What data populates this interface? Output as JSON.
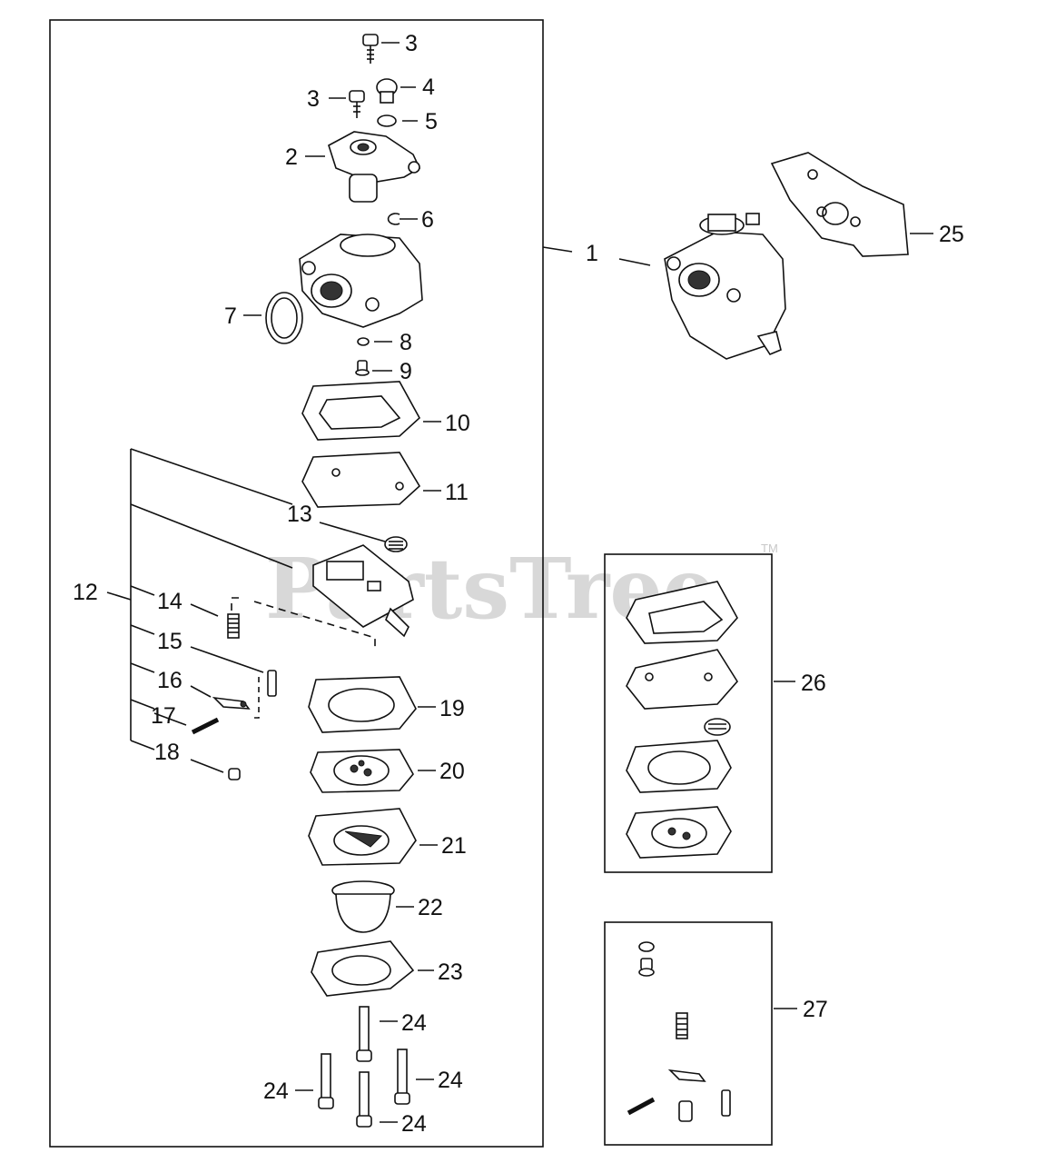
{
  "watermark": {
    "text": "PartsTree",
    "trademark": "TM"
  },
  "labels": {
    "p1": "1",
    "p2": "2",
    "p3a": "3",
    "p3b": "3",
    "p4": "4",
    "p5": "5",
    "p6": "6",
    "p7": "7",
    "p8": "8",
    "p9": "9",
    "p10": "10",
    "p11": "11",
    "p12": "12",
    "p13": "13",
    "p14": "14",
    "p15": "15",
    "p16": "16",
    "p17": "17",
    "p18": "18",
    "p19": "19",
    "p20": "20",
    "p21": "21",
    "p22": "22",
    "p23": "23",
    "p24a": "24",
    "p24b": "24",
    "p24c": "24",
    "p24d": "24",
    "p25": "25",
    "p26": "26",
    "p27": "27"
  }
}
